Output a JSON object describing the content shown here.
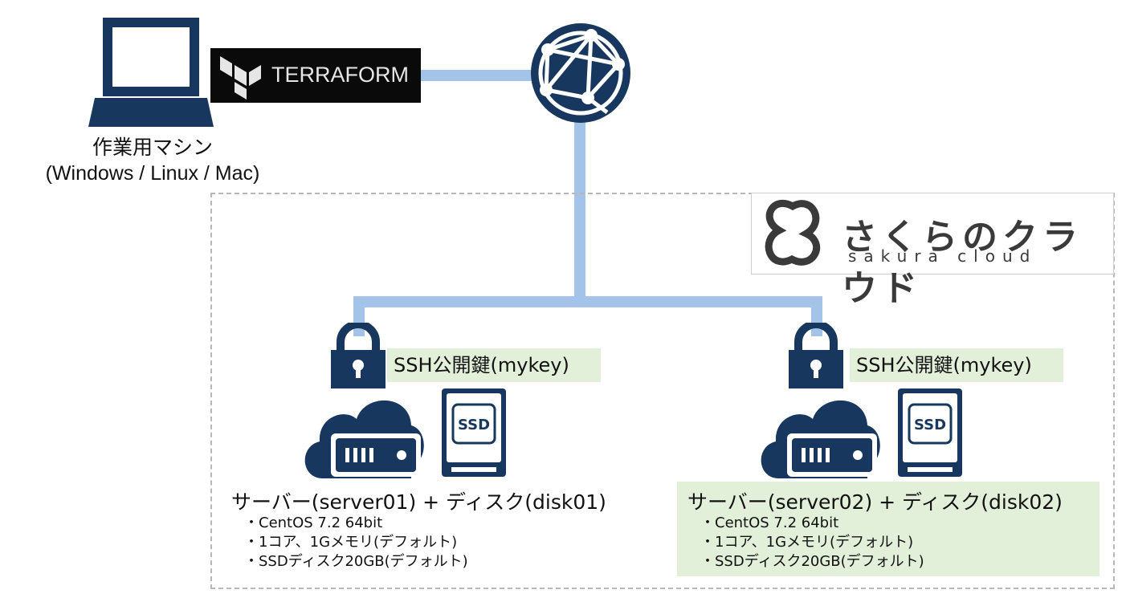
{
  "workstation": {
    "label_line1": "作業用マシン",
    "label_line2": "(Windows / Linux / Mac)"
  },
  "terraform": {
    "text": "TERRAFORM"
  },
  "sakura": {
    "title": "さくらのクラウド",
    "subtitle": "sakura cloud"
  },
  "servers": [
    {
      "key_label": "SSH公開鍵(mykey)",
      "ssd_label": "SSD",
      "title": "サーバー(server01) + ディスク(disk01)",
      "specs": [
        "・CentOS 7.2 64bit",
        "・1コア、1Gメモリ(デフォルト)",
        "・SSDディスク20GB(デフォルト)"
      ]
    },
    {
      "key_label": "SSH公開鍵(mykey)",
      "ssd_label": "SSD",
      "title": "サーバー(server02) + ディスク(disk02)",
      "specs": [
        "・CentOS 7.2 64bit",
        "・1コア、1Gメモリ(デフォルト)",
        "・SSDディスク20GB(デフォルト)"
      ]
    }
  ],
  "colors": {
    "icon_navy": "#17375e",
    "connector": "#a3c4e8",
    "label_green": "#e2efd9",
    "terraform_bg": "#0a0a0a"
  }
}
